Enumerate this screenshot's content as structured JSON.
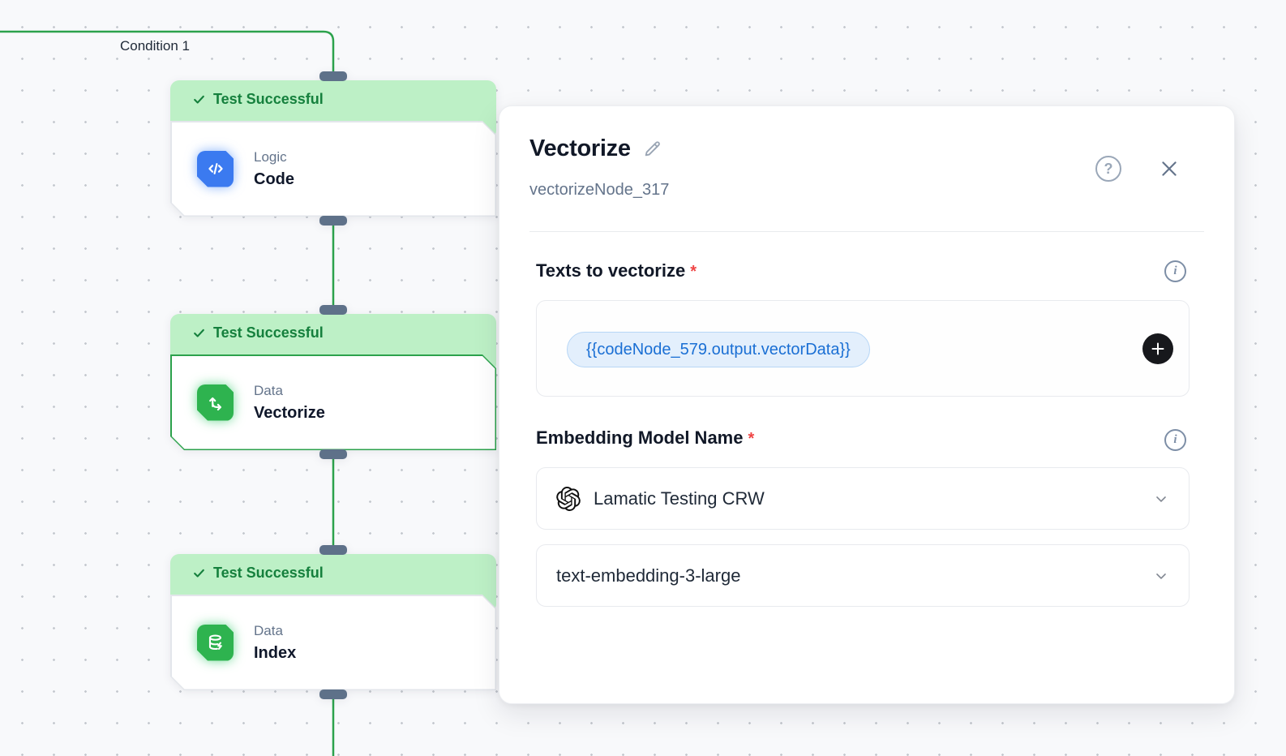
{
  "canvas": {
    "condition_label": "Condition 1",
    "nodes": [
      {
        "status": "Test Successful",
        "category": "Logic",
        "name": "Code",
        "icon": "code-icon",
        "selected": false
      },
      {
        "status": "Test Successful",
        "category": "Data",
        "name": "Vectorize",
        "icon": "vectorize-axes-icon",
        "selected": true
      },
      {
        "status": "Test Successful",
        "category": "Data",
        "name": "Index",
        "icon": "database-bolt-icon",
        "selected": false
      }
    ]
  },
  "panel": {
    "title": "Vectorize",
    "subtitle": "vectorizeNode_317",
    "help_label": "?",
    "info_label": "i",
    "sections": {
      "texts": {
        "label": "Texts to vectorize",
        "required_marker": "*",
        "variable_pill": "{{codeNode_579.output.vectorData}}",
        "add_button": "+"
      },
      "model": {
        "label": "Embedding Model Name",
        "required_marker": "*",
        "provider_value": "Lamatic Testing CRW",
        "provider_icon": "openai-logo-icon",
        "model_value": "text-embedding-3-large"
      }
    }
  },
  "colors": {
    "edge_green": "#2ca24c",
    "banner_green": "#bdf0c6",
    "banner_text_green": "#15803d",
    "node_icon_green": "#2eb34f",
    "node_icon_blue": "#3b7af0",
    "handle_slate": "#5e7189",
    "pill_blue_text": "#1a6fd4",
    "pill_blue_bg": "#e3effc",
    "required_red": "#ef4444",
    "add_button_black": "#17181c"
  }
}
